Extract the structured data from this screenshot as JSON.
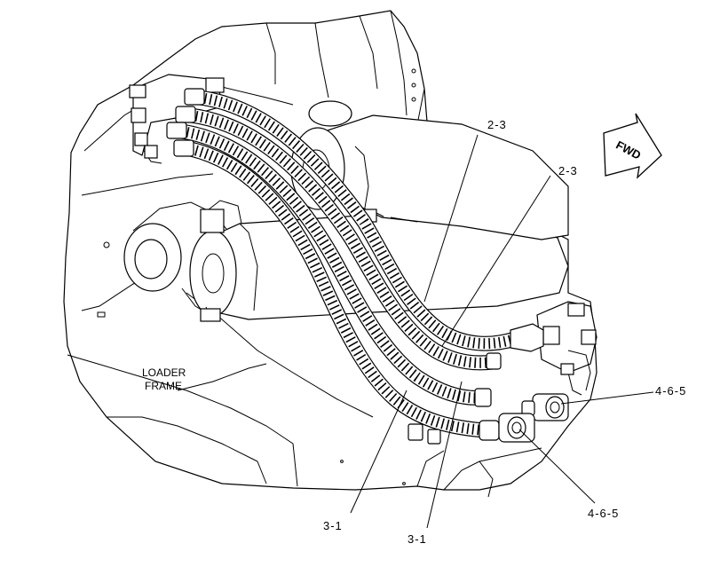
{
  "diagram": {
    "frame_label_line1": "LOADER",
    "frame_label_line2": "FRAME",
    "direction_label": "FWD",
    "callouts": [
      {
        "id": "upper-2-3-a",
        "text": "2-3"
      },
      {
        "id": "upper-2-3-b",
        "text": "2-3"
      },
      {
        "id": "right-4-6-5-a",
        "text": "4-6-5"
      },
      {
        "id": "right-4-6-5-b",
        "text": "4-6-5"
      },
      {
        "id": "lower-3-1-a",
        "text": "3-1"
      },
      {
        "id": "lower-3-1-b",
        "text": "3-1"
      }
    ]
  }
}
